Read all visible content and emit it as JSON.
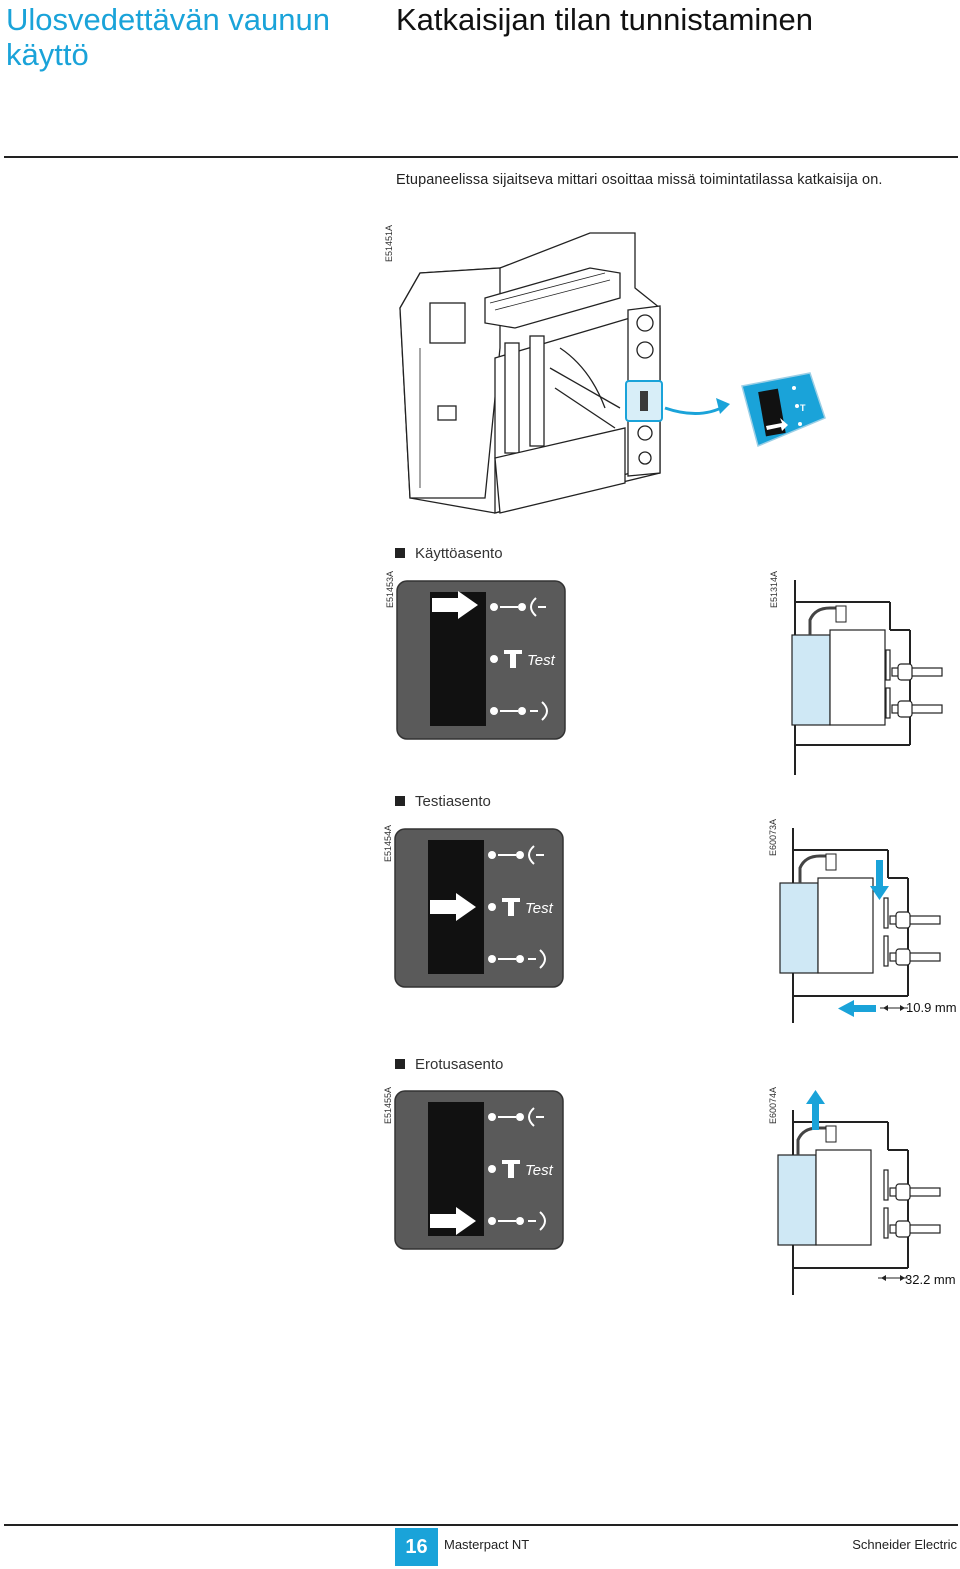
{
  "header": {
    "section_title": "Ulosvedettävän vaunun käyttö",
    "page_title": "Katkaisijan tilan tunnistaminen"
  },
  "intro_text": "Etupaneelissa sijaitseva mittari osoittaa missä toimintatilassa katkaisija on.",
  "main_figure": {
    "ref_code": "E51451A"
  },
  "positions": [
    {
      "label": "Käyttöasento",
      "indicator_ref": "E51453A",
      "diagram_ref": "E51314A",
      "indicator_test_label": "Test",
      "dimension": ""
    },
    {
      "label": "Testiasento",
      "indicator_ref": "E51454A",
      "diagram_ref": "E60073A",
      "indicator_test_label": "Test",
      "dimension": "10.9 mm"
    },
    {
      "label": "Erotusasento",
      "indicator_ref": "E51455A",
      "diagram_ref": "E60074A",
      "indicator_test_label": "Test",
      "dimension": "32.2 mm"
    }
  ],
  "footer": {
    "page_number": "16",
    "product": "Masterpact NT",
    "brand": "Schneider Electric"
  },
  "colors": {
    "accent": "#1aa3d9",
    "panel": "#5a5a5a",
    "diagram_fill": "#cfe8f5"
  }
}
